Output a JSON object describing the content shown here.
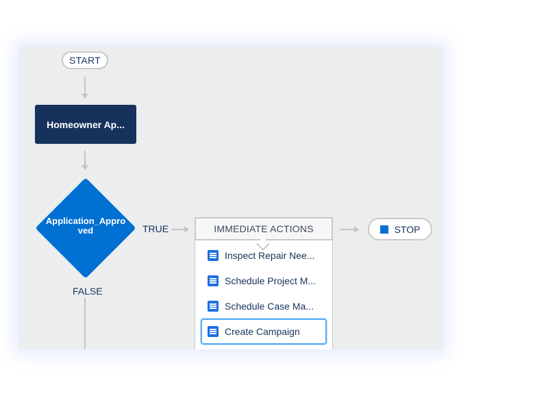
{
  "flow": {
    "start_label": "START",
    "criteria_label": "Homeowner Ap...",
    "decision_label": "Application_Approved",
    "true_label": "TRUE",
    "false_label": "FALSE",
    "actions_header": "IMMEDIATE ACTIONS",
    "actions": [
      {
        "label": "Inspect Repair Nee...",
        "icon": "action-list-icon",
        "selected": false
      },
      {
        "label": "Schedule Project M...",
        "icon": "action-list-icon",
        "selected": false
      },
      {
        "label": "Schedule Case Ma...",
        "icon": "action-list-icon",
        "selected": false
      },
      {
        "label": "Create Campaign",
        "icon": "action-list-icon",
        "selected": true
      }
    ],
    "stop_label": "STOP"
  },
  "colors": {
    "canvas_bg": "#ecedee",
    "navy": "#16325c",
    "brand_blue": "#0070d2",
    "connector": "#c2c4c7",
    "selection": "#5aaaf0"
  }
}
